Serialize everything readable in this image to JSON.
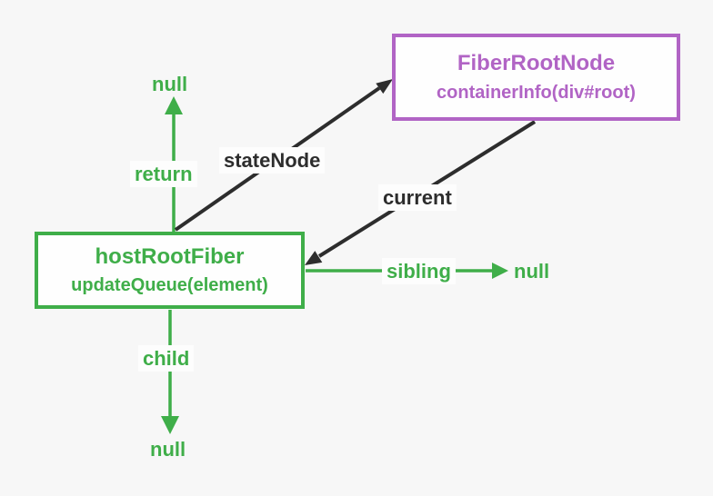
{
  "colors": {
    "page-bg": "#f7f7f7",
    "green": "#3fae49",
    "purple": "#b164c5",
    "arrow-dark": "#2d2d2d",
    "node-bg": "#fefefe",
    "label-bg": "#fdfdfd"
  },
  "nodes": {
    "fiberRootNode": {
      "title": "FiberRootNode",
      "subtitle": "containerInfo(div#root)"
    },
    "hostRootFiber": {
      "title": "hostRootFiber",
      "subtitle": "updateQueue(element)"
    }
  },
  "edges": {
    "stateNode": {
      "label": "stateNode"
    },
    "current": {
      "label": "current"
    },
    "return": {
      "label": "return",
      "target": "null"
    },
    "sibling": {
      "label": "sibling",
      "target": "null"
    },
    "child": {
      "label": "child",
      "target": "null"
    }
  }
}
